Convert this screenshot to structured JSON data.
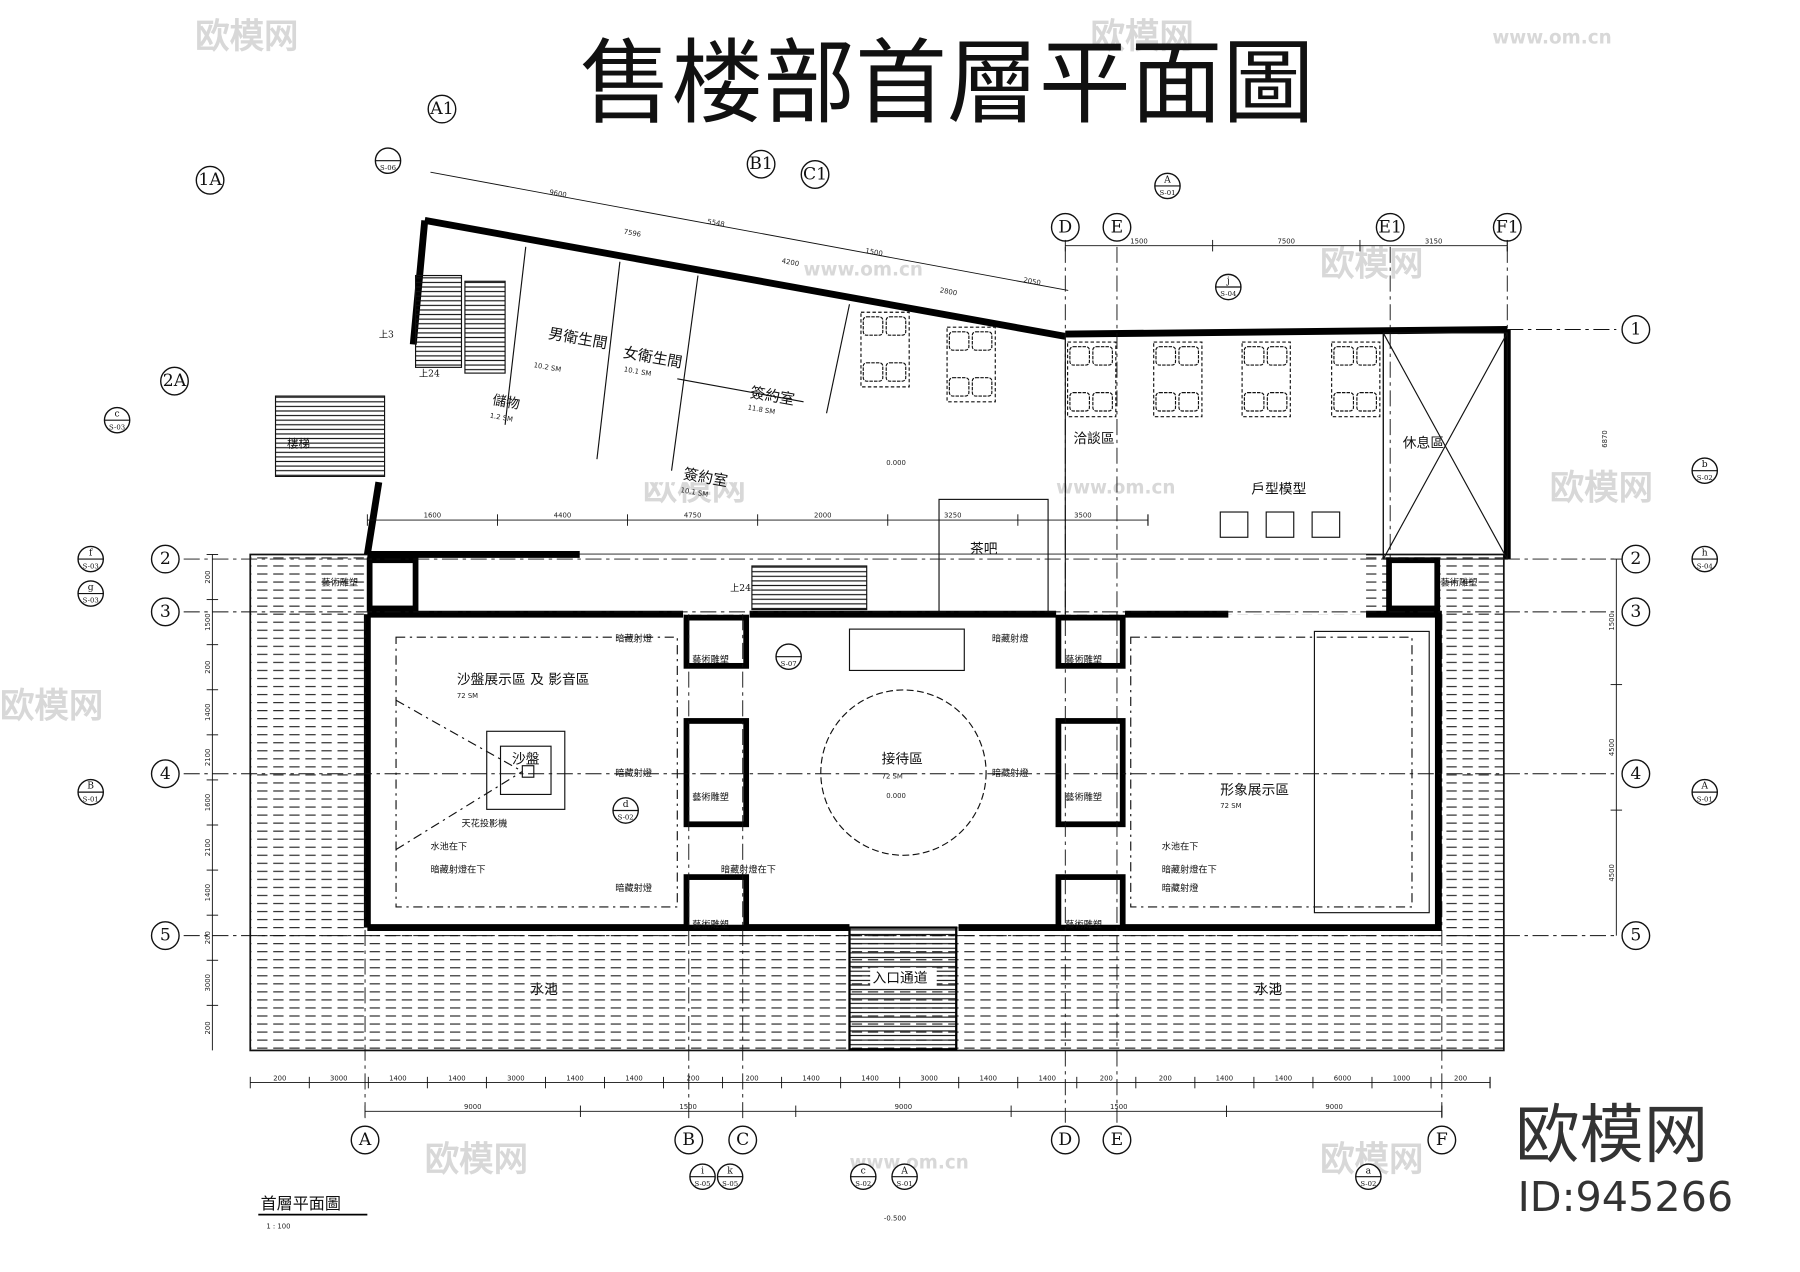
{
  "title": "售楼部首層平面圖",
  "caption": {
    "name": "首層平面圖",
    "scale": "1 : 100"
  },
  "watermark": {
    "brand": "欧模网",
    "id": "ID:945266",
    "url": "www.om.cn"
  },
  "rooms": [
    {
      "name": "男衛生間",
      "area": "10.2 SM"
    },
    {
      "name": "女衛生間",
      "area": "10.1 SM"
    },
    {
      "name": "簽約室",
      "area": "11.8 SM"
    },
    {
      "name": "簽約室",
      "area": "10.1 SM"
    },
    {
      "name": "儲物",
      "area": "1.2 SM"
    },
    {
      "name": "洽談區",
      "area": ""
    },
    {
      "name": "休息區",
      "area": ""
    },
    {
      "name": "戶型模型",
      "area": ""
    },
    {
      "name": "茶吧",
      "area": ""
    },
    {
      "name": "沙盤展示區 及 影音區",
      "area": "72 SM"
    },
    {
      "name": "接待區",
      "area": "72 SM"
    },
    {
      "name": "形象展示區",
      "area": "72 SM"
    },
    {
      "name": "水池",
      "area": ""
    },
    {
      "name": "水池",
      "area": ""
    },
    {
      "name": "入口通道",
      "area": ""
    },
    {
      "name": "沙盤",
      "area": ""
    }
  ],
  "annotations": {
    "sculpture": "藝術雕塑",
    "hidden_light": "暗藏射燈",
    "hidden_light_below": "暗藏射燈在下",
    "pool_below": "水池在下",
    "projector": "天花投影機",
    "up24": "上24",
    "up3": "上3",
    "level_0": "0.000",
    "level_entry": "-0.500",
    "stair_label": "樓梯"
  },
  "grid": {
    "columns_bottom": [
      "A",
      "B",
      "C",
      "D",
      "E",
      "F"
    ],
    "columns_top": [
      "A1",
      "B1",
      "C1",
      "D",
      "E",
      "E1",
      "F1"
    ],
    "rows_left": [
      "2",
      "3",
      "4",
      "5"
    ],
    "rows_right": [
      "1",
      "2",
      "3",
      "4",
      "5"
    ],
    "slanted": [
      "1A",
      "2A"
    ]
  },
  "section_marks": [
    {
      "top": "A",
      "bottom": "S-01"
    },
    {
      "top": "j",
      "bottom": "S-04"
    },
    {
      "top": "",
      "bottom": "S-06"
    },
    {
      "top": "c",
      "bottom": "S-03"
    },
    {
      "top": "f",
      "bottom": "S-03"
    },
    {
      "top": "g",
      "bottom": "S-03"
    },
    {
      "top": "B",
      "bottom": "S-01"
    },
    {
      "top": "b",
      "bottom": "S-02"
    },
    {
      "top": "h",
      "bottom": "S-04"
    },
    {
      "top": "A",
      "bottom": "S-01"
    },
    {
      "top": "d",
      "bottom": "S-02"
    },
    {
      "top": "",
      "bottom": "S-07"
    },
    {
      "top": "i",
      "bottom": "S-05"
    },
    {
      "top": "k",
      "bottom": "S-05"
    },
    {
      "top": "c",
      "bottom": "S-02"
    },
    {
      "top": "A",
      "bottom": "S-01"
    },
    {
      "top": "a",
      "bottom": "S-02"
    }
  ],
  "dimensions": {
    "bottom_detail": [
      "200",
      "3000",
      "1400",
      "1400",
      "3000",
      "1400",
      "1400",
      "200",
      "200",
      "1400",
      "1400",
      "3000",
      "1400",
      "1400",
      "200",
      "200",
      "1400",
      "1400",
      "6000",
      "1000",
      "200"
    ],
    "bottom_overall": [
      "9000",
      "1500",
      "9000",
      "1500",
      "9000"
    ],
    "left": [
      "200",
      "1500",
      "200",
      "1400",
      "2100",
      "1600",
      "2100",
      "1400",
      "200",
      "3000",
      "200"
    ],
    "right": [
      "1500",
      "4500",
      "4500"
    ],
    "right_top": "6870",
    "mid": [
      "1600",
      "4400",
      "4750",
      "2000",
      "3250",
      "3500"
    ],
    "top_right": [
      "1500",
      "7500",
      "3150"
    ],
    "top_slant": [
      "9600",
      "7596",
      "5548",
      "4200",
      "1500",
      "2800",
      "2050"
    ]
  }
}
